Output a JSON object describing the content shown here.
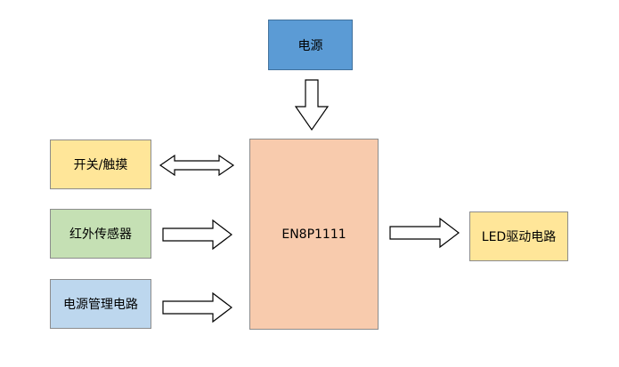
{
  "blocks": {
    "power": {
      "label": "电源",
      "fill": "#5b9bd5"
    },
    "switch_touch": {
      "label": "开关/触摸",
      "fill": "#ffe699"
    },
    "ir_sensor": {
      "label": "红外传感器",
      "fill": "#c5e0b4"
    },
    "power_management": {
      "label": "电源管理电路",
      "fill": "#bdd7ee"
    },
    "mcu": {
      "label": "EN8P1111",
      "fill": "#f8cbad"
    },
    "led_driver": {
      "label": "LED驱动电路",
      "fill": "#ffe699"
    }
  },
  "connections": [
    {
      "from": "power",
      "to": "mcu",
      "style": "hollow-arrow"
    },
    {
      "from": "switch_touch",
      "to": "mcu",
      "style": "hollow-double-arrow"
    },
    {
      "from": "ir_sensor",
      "to": "mcu",
      "style": "hollow-arrow"
    },
    {
      "from": "power_management",
      "to": "mcu",
      "style": "hollow-arrow"
    },
    {
      "from": "mcu",
      "to": "led_driver",
      "style": "hollow-arrow"
    }
  ]
}
